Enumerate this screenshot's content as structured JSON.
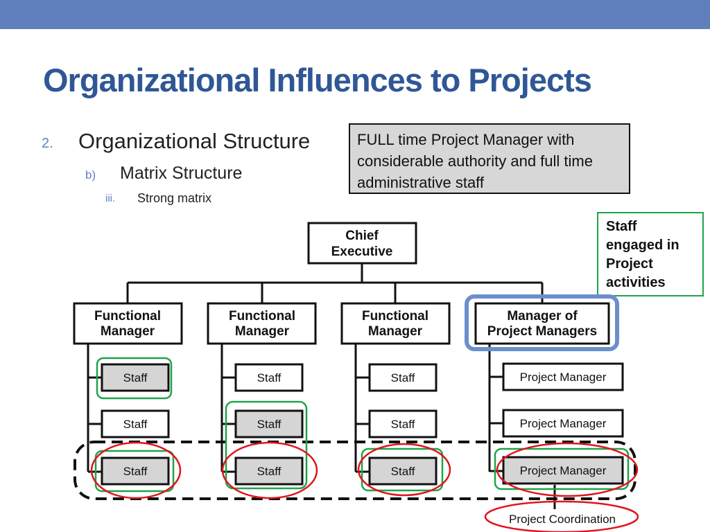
{
  "slide": {
    "title": "Organizational Influences to Projects",
    "bullets": [
      {
        "num": "2.",
        "text": "Organizational Structure"
      },
      {
        "num": "b)",
        "text": "Matrix Structure"
      },
      {
        "num": "iii.",
        "text": "Strong matrix"
      }
    ]
  },
  "callouts": {
    "pm_authority": "FULL time Project Manager with considerable authority and  full time administrative staff",
    "staff_engaged": [
      "Staff",
      "engaged in",
      "Project",
      "activities"
    ]
  },
  "org": {
    "chief": [
      "Chief",
      "Executive"
    ],
    "functional_manager": [
      "Functional",
      "Manager"
    ],
    "manager_of_pms": [
      "Manager of",
      "Project Managers"
    ],
    "staff": "Staff",
    "project_manager": "Project Manager",
    "project_coordination": "Project Coordination"
  },
  "colors": {
    "header_bar": "#5f7fbd",
    "title": "#2f5796",
    "highlight_green": "#1fa34a",
    "highlight_red": "#e0141b",
    "highlight_blue": "#6b8fcc"
  }
}
